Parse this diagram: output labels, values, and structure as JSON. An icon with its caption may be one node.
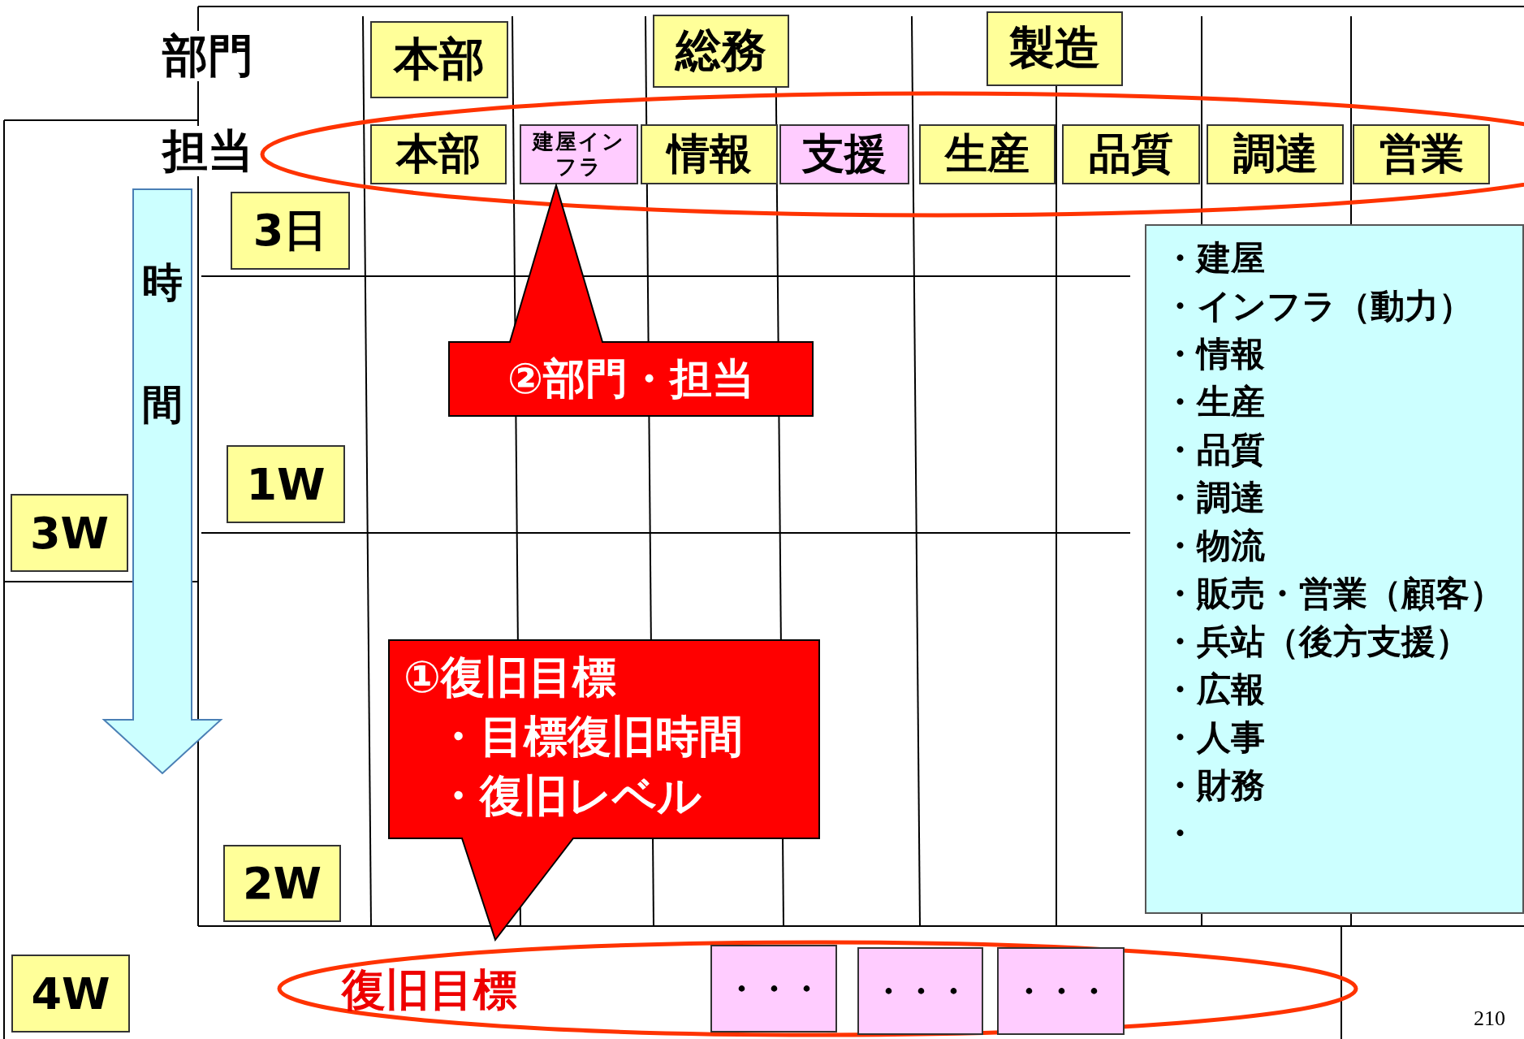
{
  "diagram": {
    "nodes": [
      {
        "text": [
          "本部"
        ]
      },
      {
        "text": [
          "総務"
        ]
      },
      {
        "text": [
          "製造"
        ]
      },
      {
        "text": [],
        "shape": "ellipse"
      },
      {
        "text": [
          "本部"
        ],
        "in": 3
      },
      {
        "text": [
          "建屋インフラ"
        ],
        "in": 3
      },
      {
        "text": [
          "情報"
        ],
        "in": 3
      },
      {
        "text": [
          "支援"
        ],
        "in": 3
      },
      {
        "text": [
          "生産"
        ],
        "in": 3
      },
      {
        "text": [
          "品質"
        ],
        "in": 3
      },
      {
        "text": [
          "調達"
        ],
        "in": 3
      },
      {
        "text": [
          "営業"
        ],
        "in": 3
      },
      {
        "text": [
          "3日"
        ]
      },
      {
        "text": [
          "時間"
        ]
      },
      {
        "text": [
          "・建屋",
          "・インフラ（動力）",
          "・情報",
          "・生産",
          "・品質",
          "・調達",
          "・物流",
          "・販売・営業（顧客）",
          "・兵站（後方支援）",
          "・広報",
          "・人事",
          "・財務",
          "・"
        ]
      },
      {
        "text": [
          "②部門・担当"
        ]
      },
      {
        "text": [
          "1W"
        ]
      },
      {
        "text": [
          "3W"
        ]
      },
      {
        "text": [
          "①復旧目標",
          "・目標復旧時間",
          "・復旧レベル"
        ]
      },
      {
        "text": [
          "2W"
        ]
      },
      {
        "text": [
          "4W"
        ]
      },
      {
        "text": [
          "復旧目標"
        ]
      },
      {
        "text": [
          "・・・"
        ],
        "in": 21
      },
      {
        "text": [
          "・・・"
        ],
        "in": 21
      },
      {
        "text": [
          "・・・"
        ],
        "in": 21
      }
    ],
    "labels": [
      "部門",
      "担当",
      "210"
    ]
  }
}
